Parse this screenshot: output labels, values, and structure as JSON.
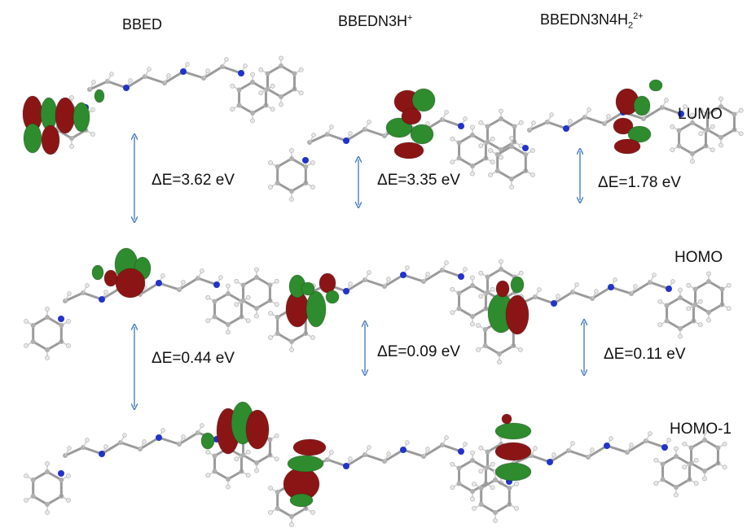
{
  "columns": [
    {
      "base": "BBED",
      "sup": "",
      "sub": "",
      "sup2": ""
    },
    {
      "base": "BBEDN3H",
      "sup": "+",
      "sub": "",
      "sup2": ""
    },
    {
      "base": "BBEDN3N4H",
      "sup": "",
      "sub": "2",
      "sup2": "2+"
    }
  ],
  "orbitals": [
    "LUMO",
    "HOMO",
    "HOMO-1"
  ],
  "gaps": [
    {
      "column": "BBED",
      "between": "LUMO-HOMO",
      "label": "ΔE=3.62 eV"
    },
    {
      "column": "BBED",
      "between": "HOMO-HOMO-1",
      "label": "ΔE=0.44 eV"
    },
    {
      "column": "BBEDN3H+",
      "between": "LUMO-HOMO",
      "label": "ΔE=3.35 eV"
    },
    {
      "column": "BBEDN3H+",
      "between": "HOMO-HOMO-1",
      "label": "ΔE=0.09 eV"
    },
    {
      "column": "BBEDN3N4H2 2+",
      "between": "LUMO-HOMO",
      "label": "ΔE=1.78 eV"
    },
    {
      "column": "BBEDN3N4H2 2+",
      "between": "HOMO-HOMO-1",
      "label": "ΔE=0.11 eV"
    }
  ],
  "colors": {
    "arrow": "#4a7fc1",
    "lobe_positive": "#2e8b2e",
    "lobe_negative": "#8b1515",
    "bond": "#9a9a9a",
    "nitrogen": "#2233cc",
    "hydrogen": "#e8e8e8"
  }
}
